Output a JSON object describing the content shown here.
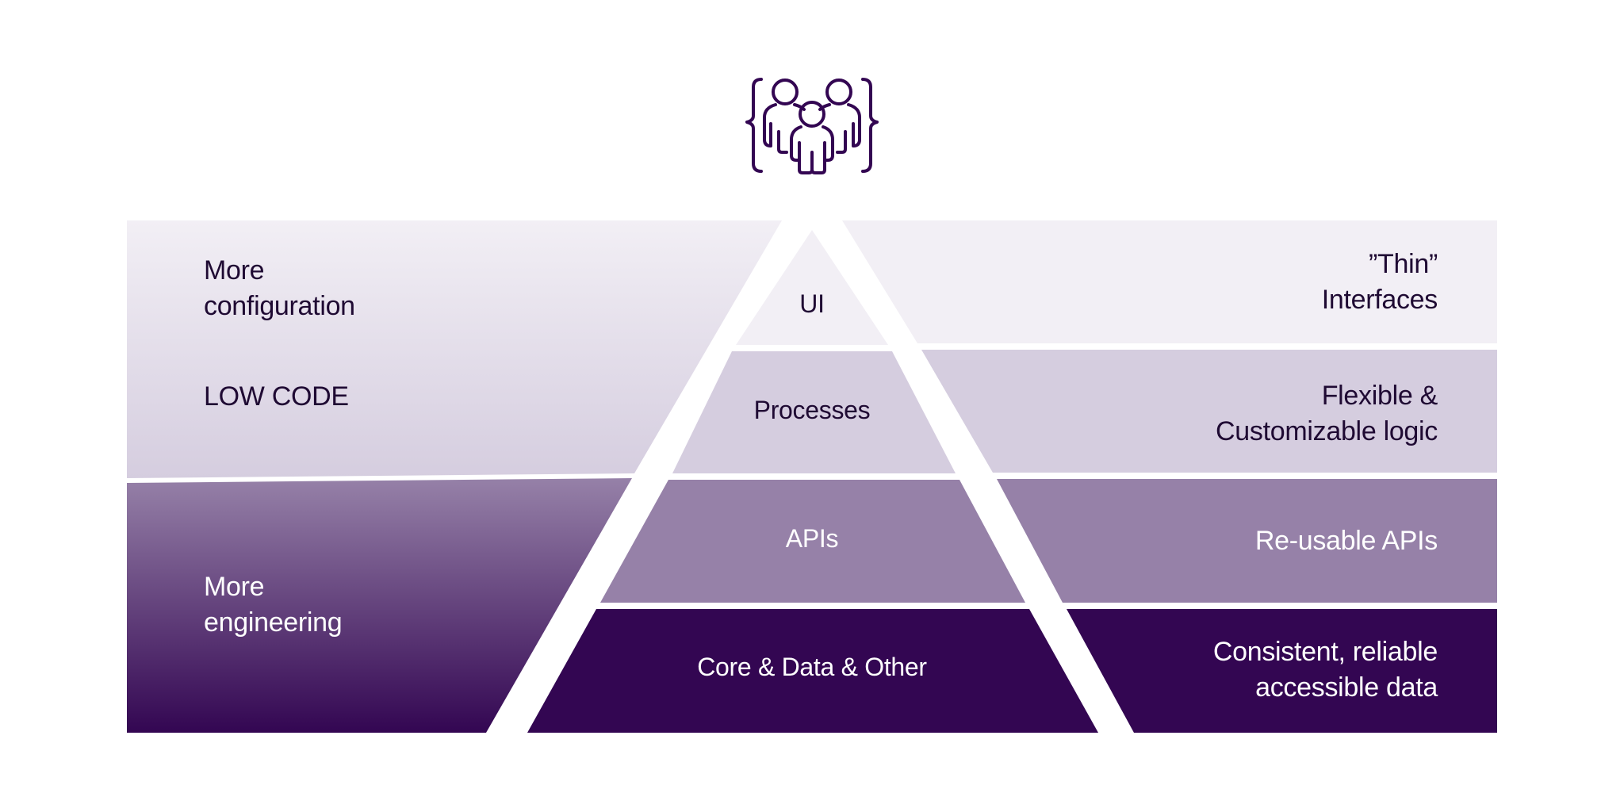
{
  "diagram": {
    "type": "layered-pyramid",
    "icon": "team-people-braces-icon",
    "colors": {
      "layer_ui": "#f2eff5",
      "layer_processes": "#d5cddf",
      "layer_apis": "#9681a8",
      "layer_core": "#330652",
      "low_code_gradient_top": "#f2eff5",
      "low_code_gradient_bottom": "#d5cddf",
      "engineering_gradient_top": "#9681a8",
      "engineering_gradient_bottom": "#330652",
      "text_dark": "#1f0a33",
      "text_light": "#ffffff",
      "icon_stroke": "#330652"
    },
    "left_axis": {
      "top_block": {
        "title": [
          "More",
          "configuration"
        ],
        "subtitle": "LOW CODE"
      },
      "bottom_block": {
        "title": [
          "More",
          "engineering"
        ]
      }
    },
    "layers": [
      {
        "name": "UI",
        "description": [
          "”Thin”",
          "Interfaces"
        ]
      },
      {
        "name": "Processes",
        "description": [
          "Flexible &",
          "Customizable logic"
        ]
      },
      {
        "name": "APIs",
        "description": [
          "Re-usable APIs"
        ]
      },
      {
        "name": "Core & Data & Other",
        "description": [
          "Consistent, reliable",
          "accessible data"
        ]
      }
    ]
  }
}
